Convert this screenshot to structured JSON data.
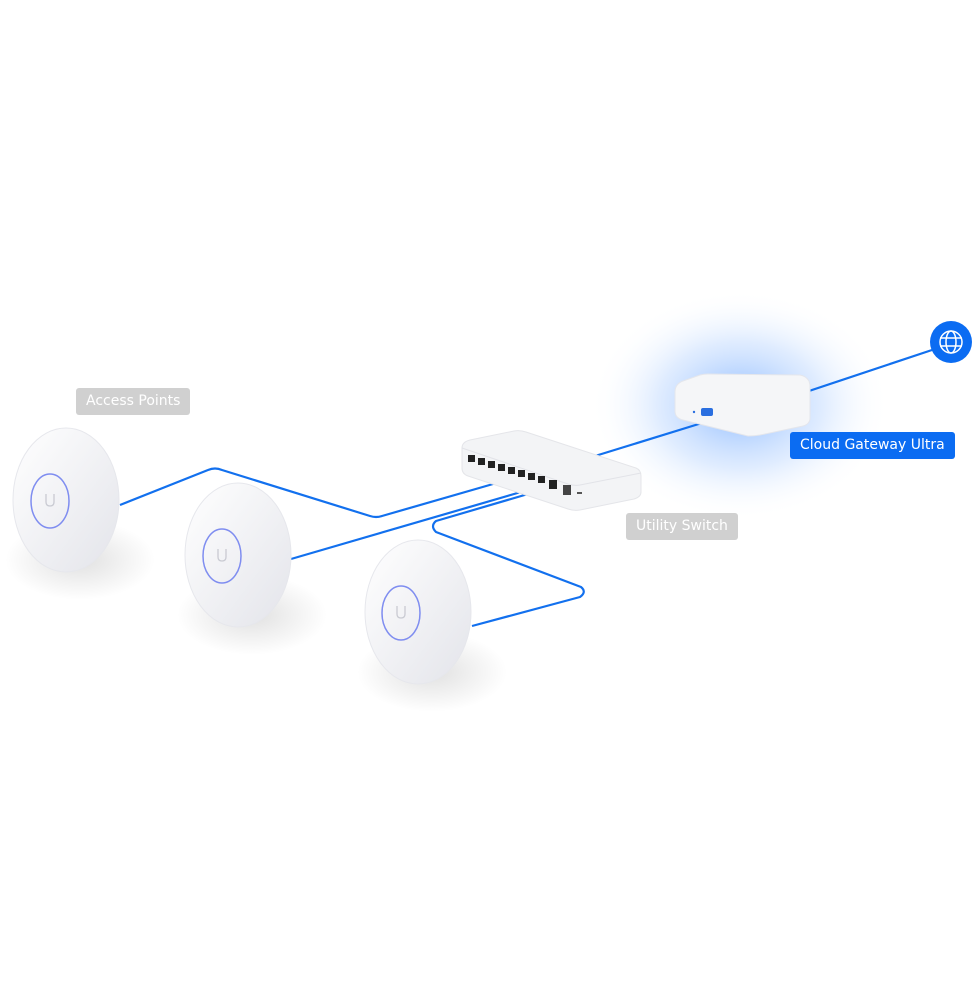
{
  "labels": {
    "access_points": "Access Points",
    "utility_switch": "Utility Switch",
    "gateway": "Cloud Gateway Ultra"
  },
  "colors": {
    "cable": "#1270ee",
    "accent": "#0b6cf2",
    "label_gray": "#d0d0d0"
  },
  "icons": {
    "internet": "globe-icon"
  }
}
